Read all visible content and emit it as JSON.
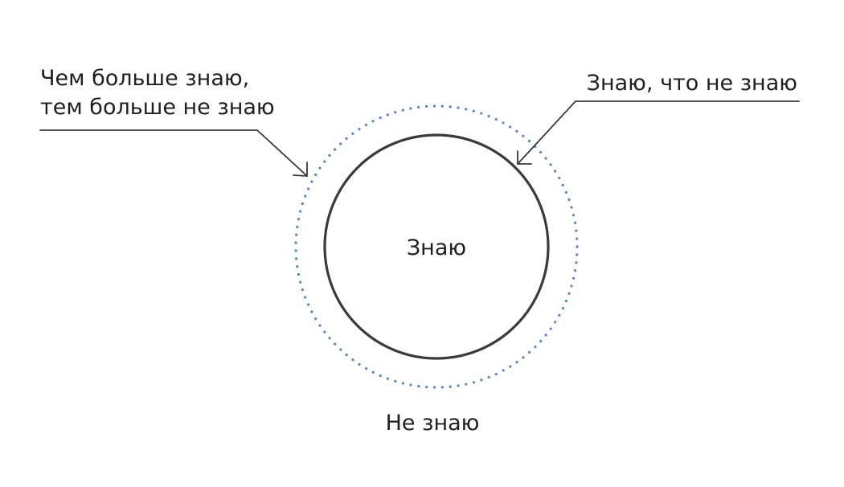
{
  "diagram": {
    "top_left_label_line1": "Чем больше знаю,",
    "top_left_label_line2": "тем больше не знаю",
    "top_right_label": "Знаю, что не знаю",
    "center_label": "Знаю",
    "bottom_label": "Не знаю",
    "colors": {
      "inner_circle_stroke": "#3a3a3a",
      "outer_circle_dots": "#5b86b8",
      "leader_lines": "#3a3a3a",
      "text": "#1f1f1f",
      "background": "#ffffff"
    }
  }
}
